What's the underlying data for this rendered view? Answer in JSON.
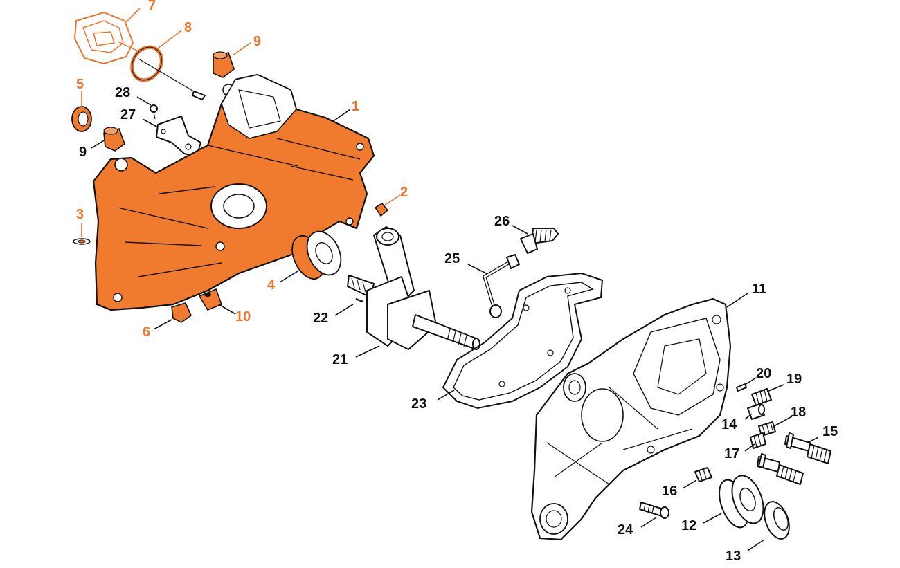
{
  "colors": {
    "highlight": "#e8762c",
    "outline": "#111111",
    "background": "#ffffff",
    "part_fill": "#ffffff",
    "orange_fill": "#f07a2e"
  },
  "labels": {
    "l1": "1",
    "l2": "2",
    "l3": "3",
    "l4": "4",
    "l5": "5",
    "l6": "6",
    "l7": "7",
    "l8": "8",
    "l9a": "9",
    "l9b": "9",
    "l10": "10",
    "l11": "11",
    "l12": "12",
    "l13": "13",
    "l14": "14",
    "l15": "15",
    "l16": "16",
    "l17": "17",
    "l18": "18",
    "l19": "19",
    "l20": "20",
    "l21": "21",
    "l22": "22",
    "l23": "23",
    "l24": "24",
    "l25": "25",
    "l26": "26",
    "l27": "27",
    "l28": "28"
  }
}
